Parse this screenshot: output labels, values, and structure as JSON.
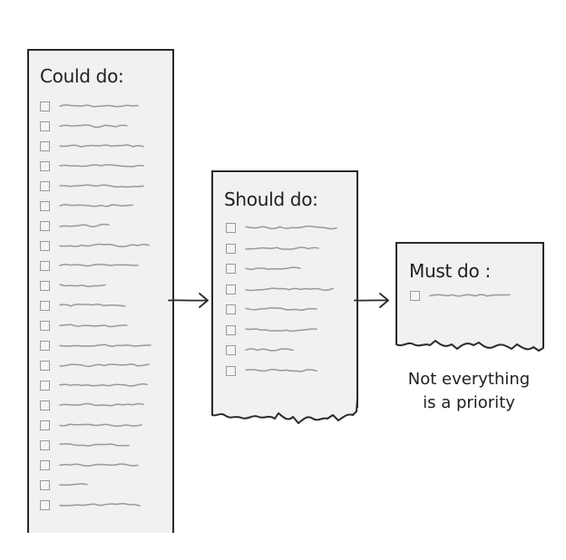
{
  "columns": [
    {
      "title": "Could do:",
      "item_count": 21
    },
    {
      "title": "Should do:",
      "item_count": 8
    },
    {
      "title": "Must do :",
      "item_count": 1
    }
  ],
  "caption_line1": "Not everything",
  "caption_line2": "is a priority",
  "colors": {
    "ink": "#2b2b2b",
    "paper": "#f1f1f1",
    "scribble": "#9a9a9a"
  }
}
